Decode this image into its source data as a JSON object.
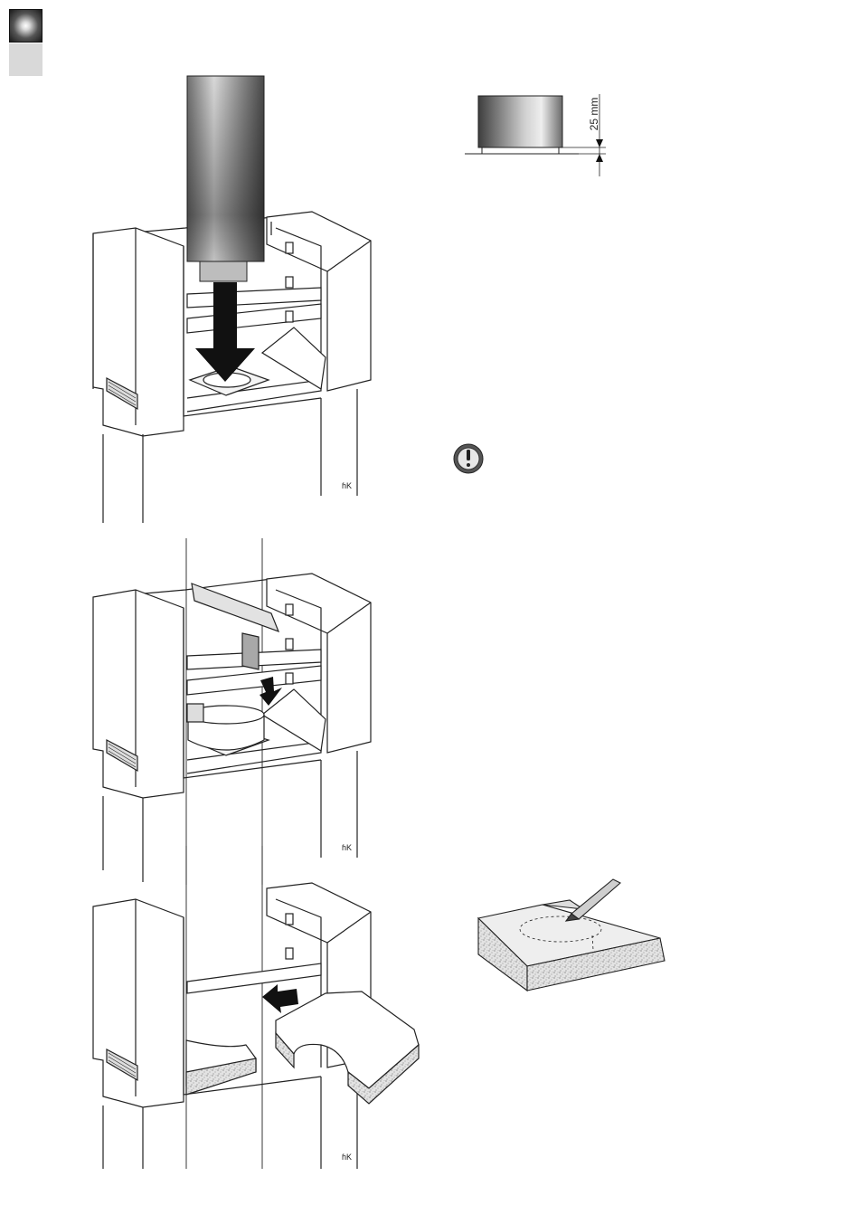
{
  "dimension": {
    "label": "25 mm"
  },
  "figures": [
    {
      "id": "figure-1",
      "caption": ""
    },
    {
      "id": "figure-2",
      "caption": ""
    },
    {
      "id": "figure-3",
      "caption": ""
    }
  ],
  "icons": {
    "warning": "exclamation-icon",
    "signature": "signature-mark"
  },
  "colors": {
    "tab_dark": "#1a1a1a",
    "tab_light": "#d9d9d9",
    "arrow": "#111111",
    "line": "#222222"
  }
}
